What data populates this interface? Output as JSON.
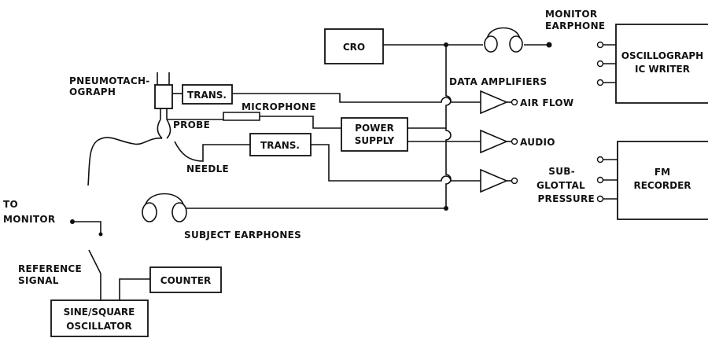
{
  "boxes": {
    "cro": "CRO",
    "trans_top": "TRANS.",
    "trans_mid": "TRANS.",
    "power_supply_1": "POWER",
    "power_supply_2": "SUPPLY",
    "osc_writer_1": "OSCILLOGRAPH",
    "osc_writer_2": "IC WRITER",
    "fm_recorder_1": "FM",
    "fm_recorder_2": "RECORDER",
    "counter": "COUNTER",
    "oscillator_1": "SINE/SQUARE",
    "oscillator_2": "OSCILLATOR"
  },
  "labels": {
    "pneumotach_1": "PNEUMOTACH-",
    "pneumotach_2": "OGRAPH",
    "microphone": "MICROPHONE",
    "probe": "PROBE",
    "needle": "NEEDLE",
    "data_amplifiers": "DATA AMPLIFIERS",
    "monitor_earphone_1": "MONITOR",
    "monitor_earphone_2": "EARPHONE",
    "air_flow": "AIR FLOW",
    "audio": "AUDIO",
    "subglottal_1": "SUB-",
    "subglottal_2": "GLOTTAL",
    "subglottal_3": "PRESSURE",
    "to_monitor_1": "TO",
    "to_monitor_2": "MONITOR",
    "subject_earphones": "SUBJECT EARPHONES",
    "reference_signal_1": "REFERENCE",
    "reference_signal_2": "SIGNAL"
  }
}
